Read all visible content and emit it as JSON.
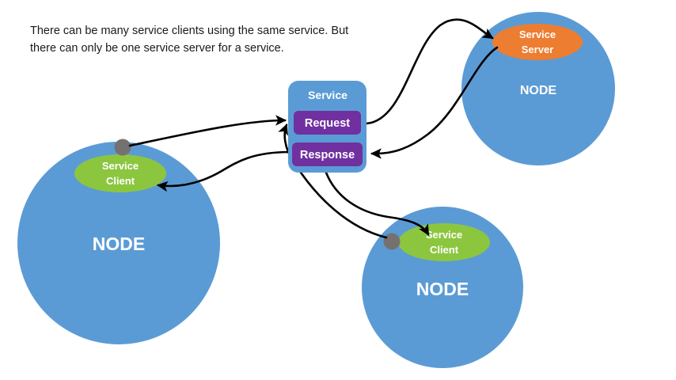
{
  "caption": {
    "line1": "There can be many service clients using the same service. But",
    "line2": "there can only be one service server for a service.",
    "full": "There can be many service clients using the same service. But\nthere can only be one service server for a service."
  },
  "colors": {
    "node_blue": "#5B9BD5",
    "service_box_blue": "#5B9BD5",
    "request_purple": "#7030A0",
    "response_purple": "#7030A0",
    "server_orange": "#ED7D31",
    "client_green": "#8CC63F",
    "port_grey": "#767171",
    "arrow_black": "#000000",
    "text_white": "#FFFFFF",
    "caption_text": "#1A1A1A",
    "background": "#FFFFFF"
  },
  "service": {
    "title": "Service",
    "request_label": "Request",
    "response_label": "Response"
  },
  "nodes": [
    {
      "id": "node-top-right",
      "node_label": "NODE",
      "endpoint_kind": "service-server",
      "endpoint_label_line1": "Service",
      "endpoint_label_line2": "Server",
      "endpoint_color": "#ED7D31",
      "has_port_dot": false
    },
    {
      "id": "node-left",
      "node_label": "NODE",
      "endpoint_kind": "service-client",
      "endpoint_label_line1": "Service",
      "endpoint_label_line2": "Client",
      "endpoint_color": "#8CC63F",
      "has_port_dot": true
    },
    {
      "id": "node-bottom",
      "node_label": "NODE",
      "endpoint_kind": "service-client",
      "endpoint_label_line1": "Service",
      "endpoint_label_line2": "Client",
      "endpoint_color": "#8CC63F",
      "has_port_dot": true
    }
  ],
  "connectors": [
    {
      "id": "request-to-server",
      "from": "service-request",
      "to": "service-server",
      "direction": "to-server"
    },
    {
      "id": "server-to-response",
      "from": "service-server",
      "to": "service-response",
      "direction": "to-service"
    },
    {
      "id": "left-client-to-request",
      "from": "node-left-client-port",
      "to": "service-request",
      "direction": "to-service"
    },
    {
      "id": "response-to-left-client",
      "from": "service-response",
      "to": "node-left-client",
      "direction": "to-client"
    },
    {
      "id": "bottom-client-to-request",
      "from": "node-bottom-client-port",
      "to": "service-request",
      "direction": "to-service"
    },
    {
      "id": "response-to-bottom-client",
      "from": "service-response",
      "to": "node-bottom-client",
      "direction": "to-client"
    }
  ]
}
